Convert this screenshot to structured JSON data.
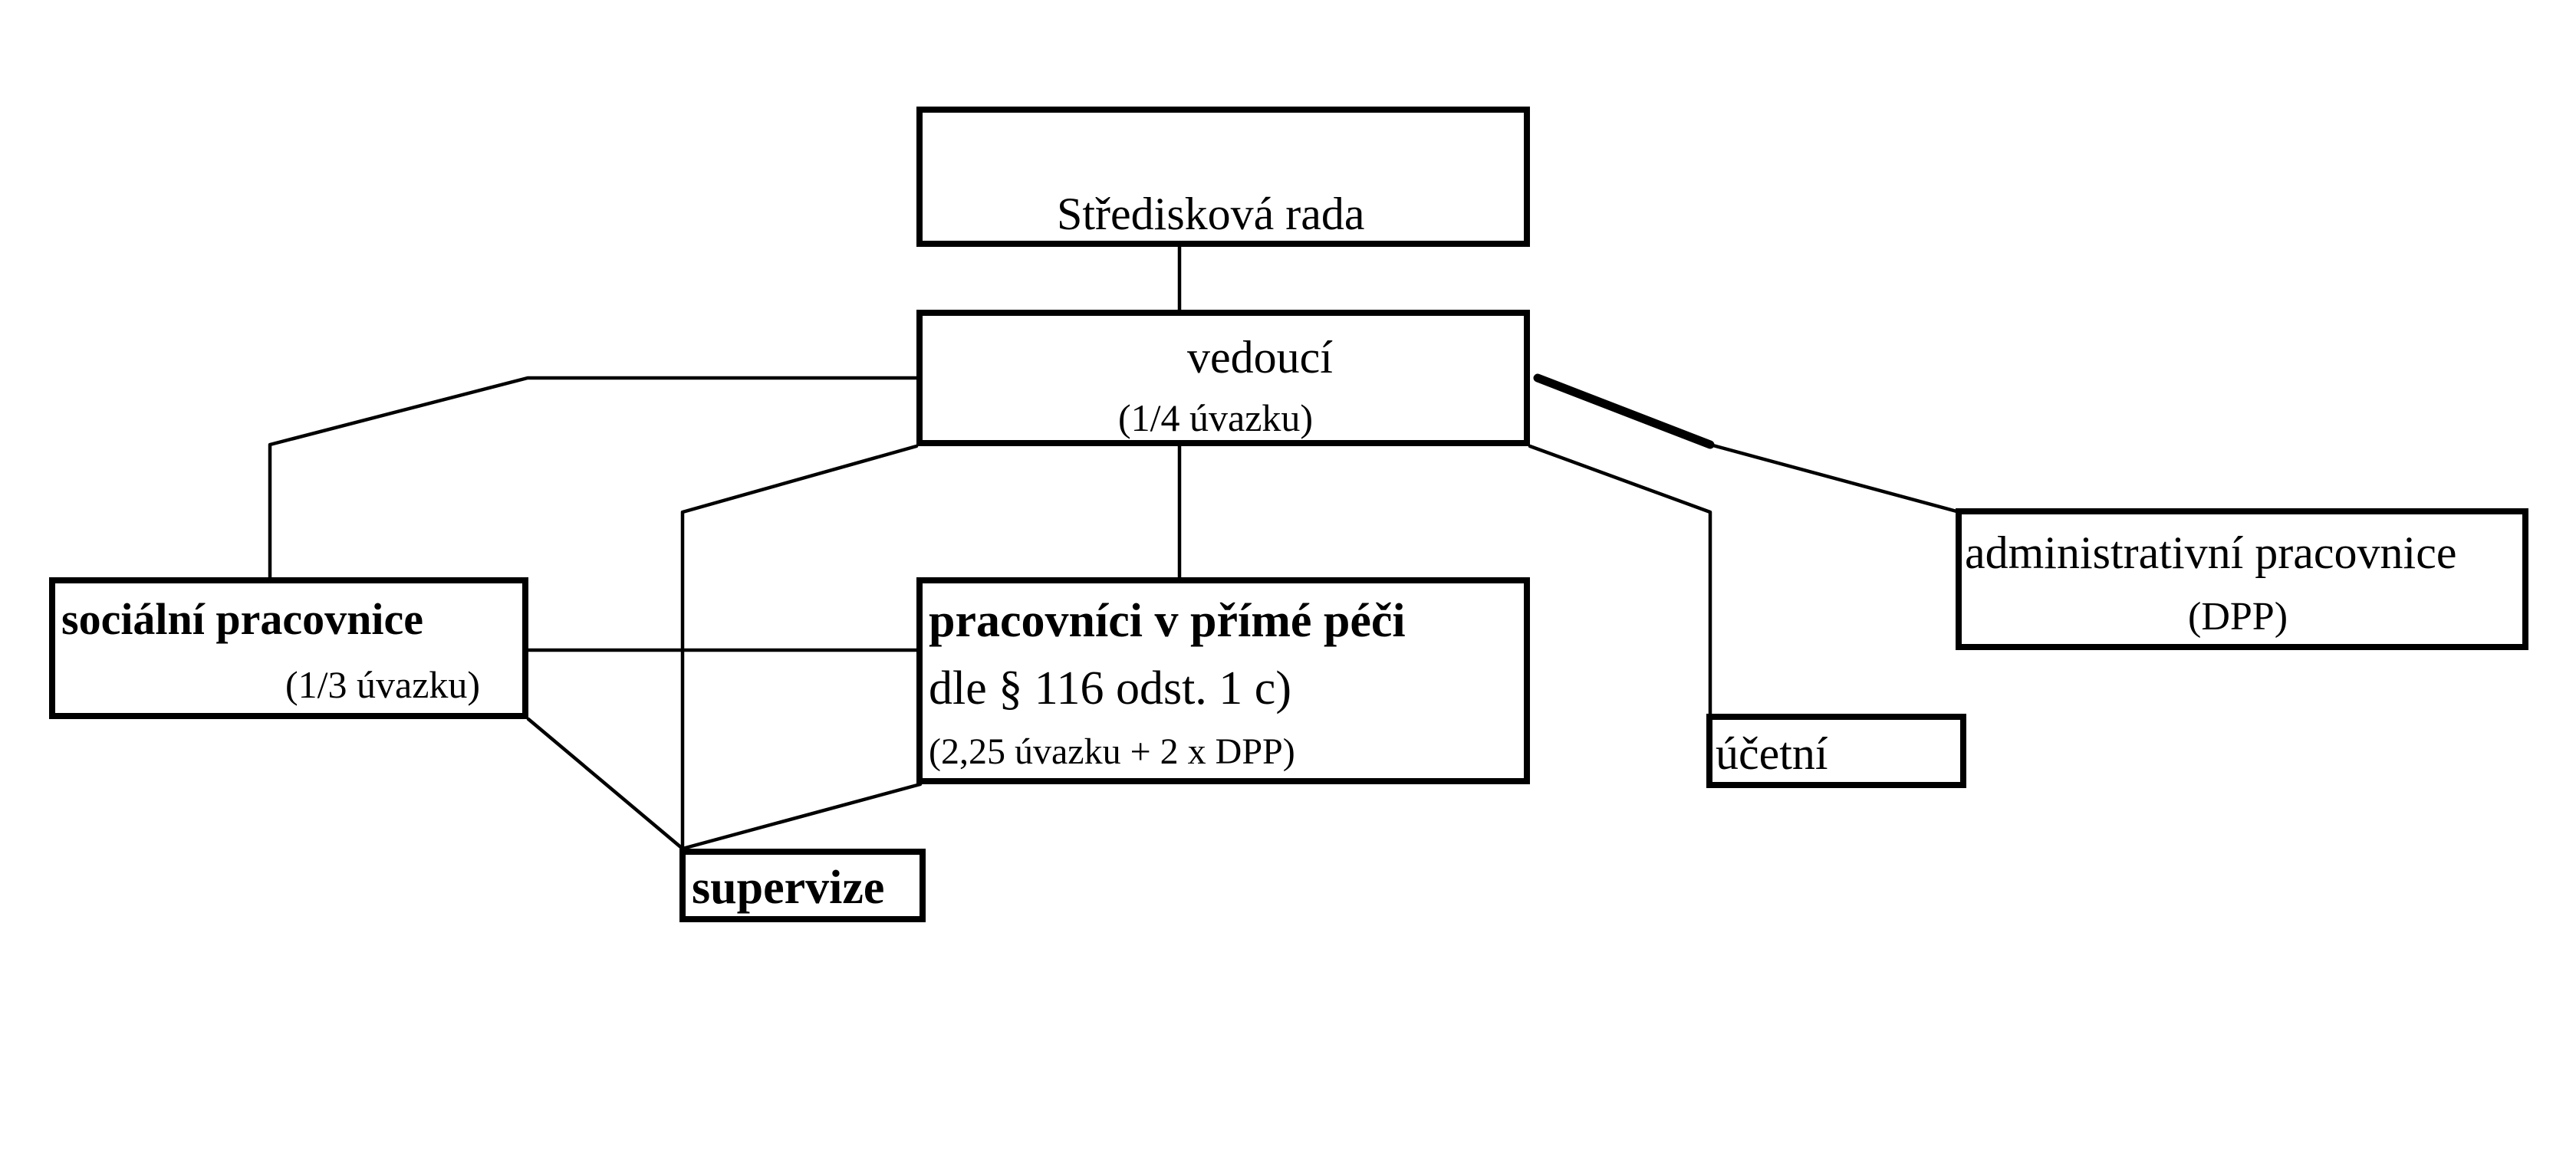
{
  "nodes": {
    "rada": {
      "label": "Středisková rada"
    },
    "vedouci": {
      "label": "vedoucí",
      "detail": "(1/4 úvazku)"
    },
    "socialni": {
      "label": "sociální pracovnice",
      "detail": "(1/3 úvazku)"
    },
    "primi": {
      "label": "pracovníci v přímé péči",
      "line2": "dle § 116 odst. 1 c)",
      "detail": "(2,25 úvazku +  2 x DPP)"
    },
    "supervize": {
      "label": "supervize"
    },
    "ucetni": {
      "label": "účetní"
    },
    "admin": {
      "label": "administrativní pracovnice",
      "detail": "(DPP)"
    }
  },
  "edges": [
    {
      "from": "rada",
      "to": "vedouci"
    },
    {
      "from": "vedouci",
      "to": "socialni"
    },
    {
      "from": "vedouci",
      "to": "primi"
    },
    {
      "from": "vedouci",
      "to": "supervize"
    },
    {
      "from": "vedouci",
      "to": "ucetni"
    },
    {
      "from": "vedouci",
      "to": "admin"
    },
    {
      "from": "socialni",
      "to": "primi"
    },
    {
      "from": "socialni",
      "to": "supervize"
    },
    {
      "from": "primi",
      "to": "supervize"
    }
  ]
}
